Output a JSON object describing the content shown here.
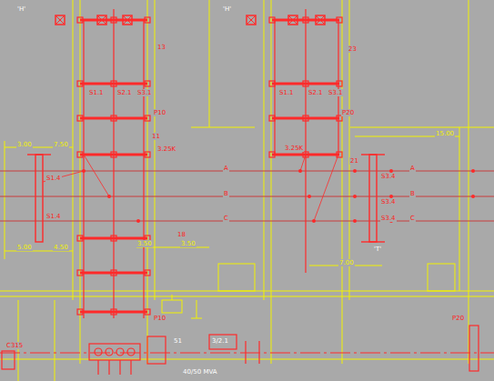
{
  "diagram": {
    "labels": [
      "'H'",
      "'H'",
      "13",
      "23",
      "S1.1",
      "S2.1",
      "S3.1",
      "S1.1",
      "S2.1",
      "S3.1",
      "P10",
      "P20",
      "11",
      "21",
      "3.25K",
      "3.25K",
      "A",
      "B",
      "C",
      "A",
      "B",
      "C",
      "S1.4",
      "S1.4",
      "S3.4",
      "S3.4",
      "S3.4",
      "3.00",
      "7.50",
      "5.00",
      "4.50",
      "3.50",
      "3.50",
      "15.00",
      "7.00",
      "18",
      "'T'",
      "P10",
      "P20",
      "51",
      "3/2.1",
      "40/50 MVA",
      "C315"
    ]
  }
}
